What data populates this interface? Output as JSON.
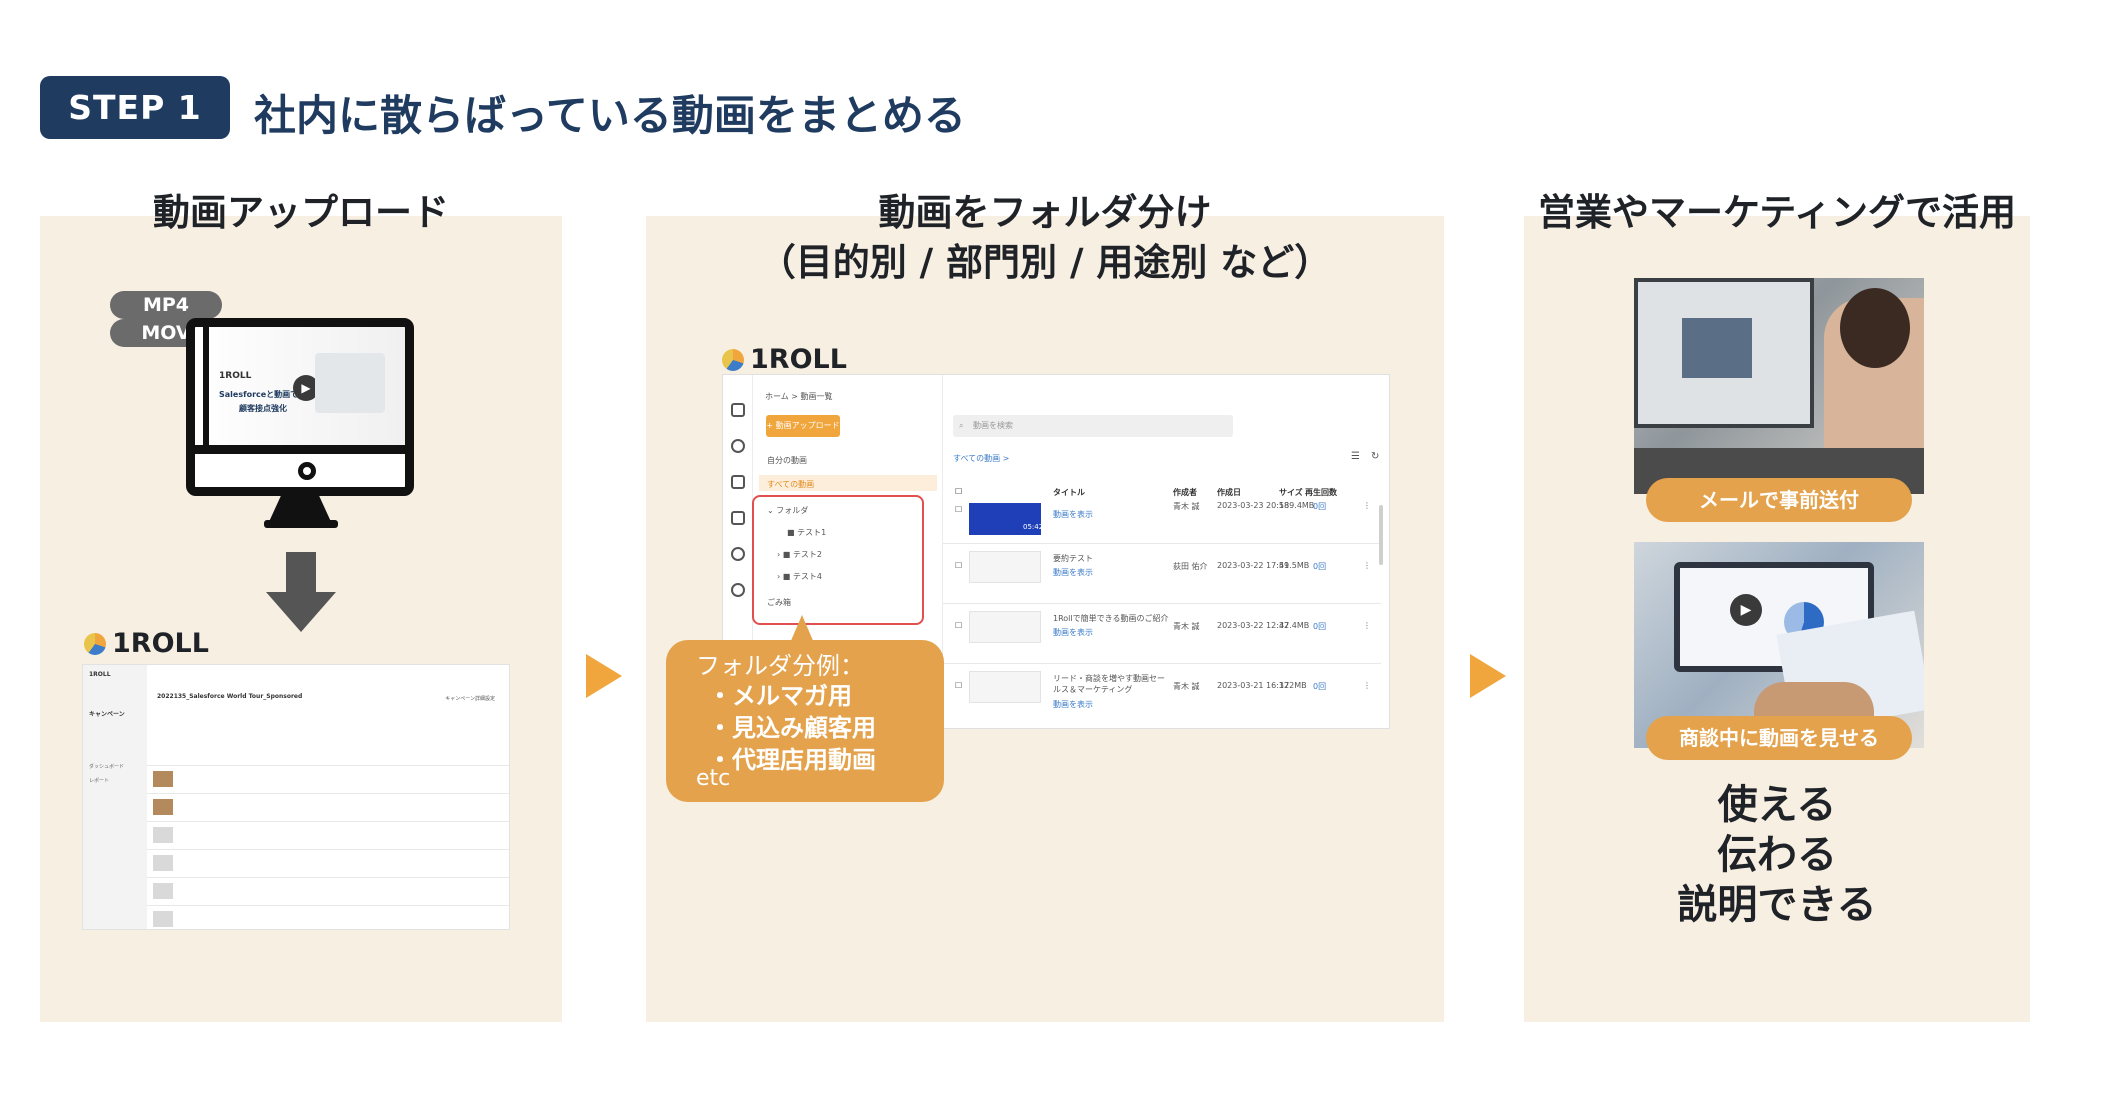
{
  "header": {
    "step_label": "STEP 1",
    "title": "社内に散らばっている動画をまとめる"
  },
  "panel1": {
    "heading": "動画アップロード",
    "formats": [
      "MP4",
      "MOV"
    ],
    "monitor_screen": {
      "logo": "1ROLL",
      "line1": "Salesforceと動画で実現する",
      "line2": "顧客接点強化"
    },
    "logo": "1ROLL",
    "mini_app": {
      "brand": "1ROLL",
      "title": "2022135_Salesforce World Tour_Sponsored",
      "sidebar": [
        "キャンペーン",
        "ダッシュボード",
        "レポート"
      ],
      "button": "キャンペーン詳細設定"
    }
  },
  "panel2": {
    "heading_line1": "動画をフォルダ分け",
    "heading_line2": "（目的別 / 部門別 / 用途別 など）",
    "logo": "1ROLL",
    "app": {
      "breadcrumb": "ホーム > 動画一覧",
      "upload_button": "+ 動画アップロード",
      "my_videos": "自分の動画",
      "all_videos": "すべての動画",
      "folder_root": "フォルダ",
      "folders": [
        "テスト1",
        "テスト2",
        "テスト4"
      ],
      "trash": "ごみ箱",
      "search_placeholder": "動画を検索",
      "all_link": "すべての動画 >",
      "columns": [
        "タイトル",
        "作成者",
        "作成日",
        "サイズ",
        "再生回数"
      ],
      "rows": [
        {
          "title": "",
          "link": "動画を表示",
          "author": "青木 誠",
          "date": "2023-03-23 20:58",
          "size": "189.4MB",
          "views": "0回",
          "duration": "05:42"
        },
        {
          "title": "要約テスト",
          "link": "動画を表示",
          "author": "荻田 佑介",
          "date": "2023-03-22 17:59",
          "size": "41.5MB",
          "views": "0回",
          "duration": ""
        },
        {
          "title": "1Rollで簡単できる動画のご紹介",
          "link": "動画を表示",
          "author": "青木 誠",
          "date": "2023-03-22 12:32",
          "size": "47.4MB",
          "views": "0回",
          "duration": ""
        },
        {
          "title": "リード・商談を増やす動画セールス＆マーケティング",
          "link": "動画を表示",
          "author": "青木 誠",
          "date": "2023-03-21 16:32",
          "size": "172MB",
          "views": "0回",
          "duration": ""
        }
      ]
    },
    "callout": {
      "title": "フォルダ分例：",
      "items": [
        "・メルマガ用",
        "・見込み顧客用",
        "・代理店用動画"
      ],
      "etc": "etc"
    }
  },
  "panel3": {
    "heading": "営業やマーケティングで活用",
    "tag1": "メールで事前送付",
    "tag2": "商談中に動画を見せる",
    "slogan": [
      "使える",
      "伝わる",
      "説明できる"
    ]
  },
  "colors": {
    "navy": "#1f3b60",
    "accent": "#f0a63c",
    "panel_bg": "#f8efe3",
    "callout": "#e3a24b"
  }
}
